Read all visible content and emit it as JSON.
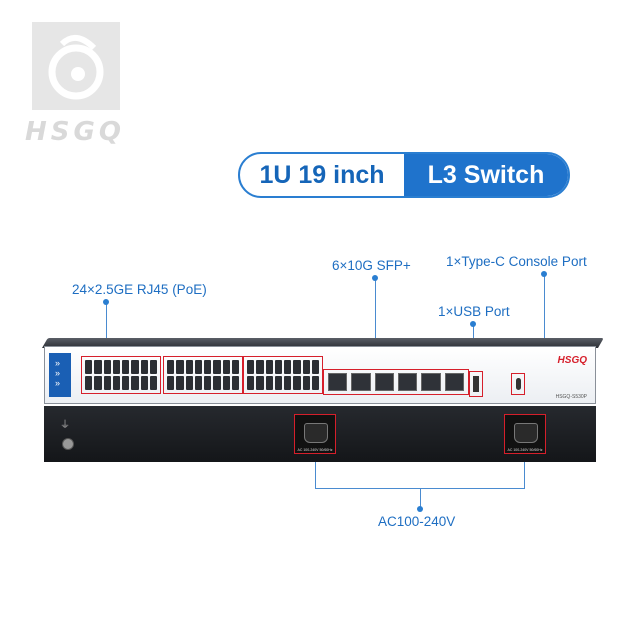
{
  "logo": {
    "text": "HSGQ"
  },
  "title": {
    "left": "1U 19 inch",
    "right": "L3 Switch"
  },
  "callouts": {
    "rj45": "24×2.5GE RJ45 (PoE)",
    "sfp": "6×10G SFP+",
    "console": "1×Type-C Console Port",
    "usb": "1×USB Port",
    "power": "AC100-240V"
  },
  "device": {
    "brand": "HSGQ",
    "model": "HSGQ-S530P",
    "psu_label": "AC 100-240V 50/60Hz"
  },
  "colors": {
    "accent": "#1f73cc",
    "highlight": "#d61f2b"
  }
}
